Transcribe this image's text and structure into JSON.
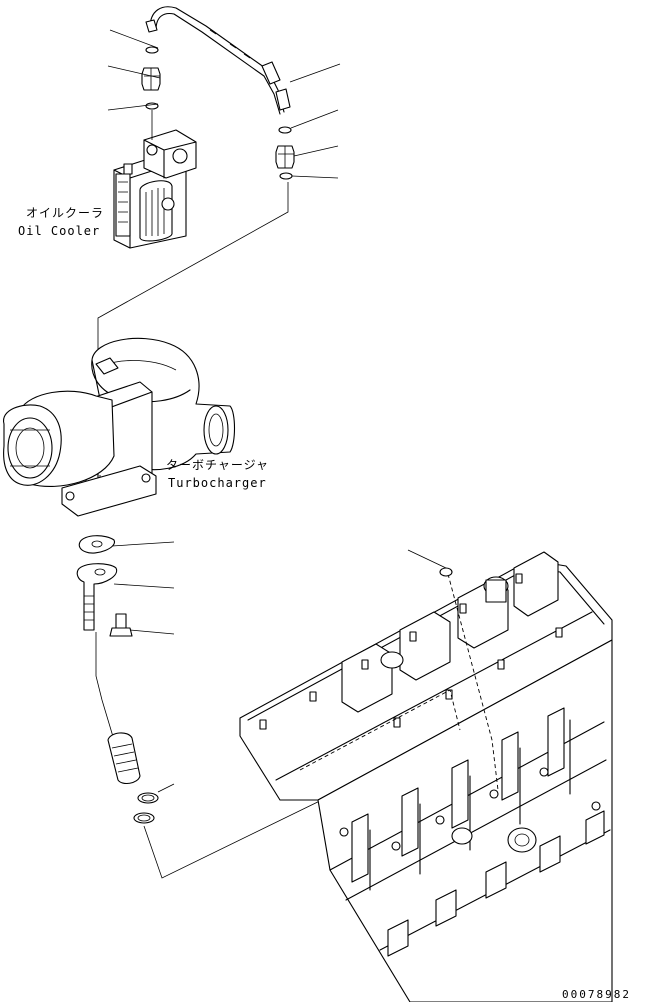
{
  "labels": {
    "oil_cooler_jp": "オイルクーラ",
    "oil_cooler_en": "Oil Cooler",
    "turbocharger_jp": "ターボチャージャ",
    "turbocharger_en": "Turbocharger",
    "drawing_code": "00078982"
  }
}
